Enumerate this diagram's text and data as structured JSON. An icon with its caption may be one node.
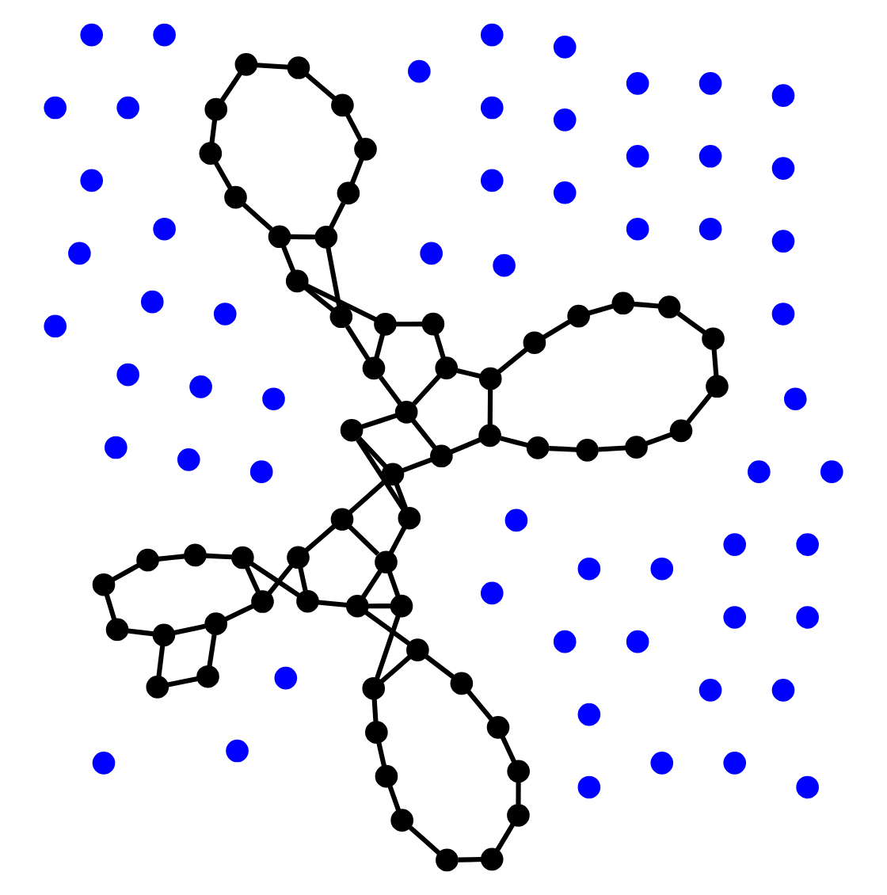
{
  "diagram": {
    "nodes": [
      {
        "text": [],
        "shape": "circle"
      },
      {
        "text": [],
        "shape": "circle"
      },
      {
        "text": [],
        "shape": "circle"
      },
      {
        "text": [],
        "shape": "circle"
      },
      {
        "text": [],
        "shape": "circle"
      },
      {
        "text": [],
        "shape": "circle"
      },
      {
        "text": [],
        "shape": "circle"
      },
      {
        "text": [],
        "shape": "circle"
      },
      {
        "text": [],
        "shape": "circle"
      },
      {
        "text": [],
        "shape": "circle"
      },
      {
        "text": [],
        "shape": "circle"
      },
      {
        "text": [],
        "shape": "circle"
      },
      {
        "text": [],
        "shape": "circle"
      },
      {
        "text": [],
        "shape": "circle"
      },
      {
        "text": [],
        "shape": "circle"
      },
      {
        "text": [],
        "shape": "circle"
      },
      {
        "text": [],
        "shape": "circle"
      },
      {
        "text": [],
        "shape": "circle"
      },
      {
        "text": [],
        "shape": "circle"
      },
      {
        "text": [],
        "shape": "circle"
      },
      {
        "text": [],
        "shape": "circle"
      },
      {
        "text": [],
        "shape": "circle"
      },
      {
        "text": [],
        "shape": "circle"
      },
      {
        "text": [],
        "shape": "circle"
      },
      {
        "text": [],
        "shape": "circle"
      },
      {
        "text": [],
        "shape": "circle"
      },
      {
        "text": [],
        "shape": "circle"
      },
      {
        "text": [],
        "shape": "circle"
      },
      {
        "text": [],
        "shape": "circle"
      },
      {
        "text": [],
        "shape": "circle"
      },
      {
        "text": [],
        "shape": "circle"
      },
      {
        "text": [],
        "shape": "circle"
      },
      {
        "text": [],
        "shape": "circle"
      },
      {
        "text": [],
        "shape": "circle"
      },
      {
        "text": [],
        "shape": "circle"
      },
      {
        "text": [],
        "shape": "circle"
      },
      {
        "text": [],
        "shape": "circle"
      },
      {
        "text": [],
        "shape": "circle"
      },
      {
        "text": [],
        "shape": "circle"
      },
      {
        "text": [],
        "shape": "circle"
      },
      {
        "text": [],
        "shape": "circle"
      },
      {
        "text": [],
        "shape": "circle"
      },
      {
        "text": [],
        "shape": "circle"
      },
      {
        "text": [],
        "shape": "circle"
      },
      {
        "text": [],
        "shape": "circle"
      },
      {
        "text": [],
        "shape": "circle"
      },
      {
        "text": [],
        "shape": "circle"
      },
      {
        "text": [],
        "shape": "circle"
      },
      {
        "text": [],
        "shape": "circle"
      },
      {
        "text": [],
        "shape": "circle"
      },
      {
        "text": [],
        "shape": "circle"
      },
      {
        "text": [],
        "shape": "circle"
      },
      {
        "text": [],
        "shape": "circle"
      },
      {
        "text": [],
        "shape": "circle"
      },
      {
        "text": [],
        "shape": "circle"
      },
      {
        "text": [],
        "shape": "circle"
      },
      {
        "text": [],
        "shape": "circle"
      },
      {
        "text": [],
        "shape": "circle"
      },
      {
        "text": [],
        "shape": "circle"
      },
      {
        "text": [],
        "shape": "circle"
      },
      {
        "text": [],
        "shape": "circle"
      },
      {
        "text": [],
        "shape": "circle"
      },
      {
        "text": [],
        "shape": "circle"
      },
      {
        "text": [],
        "shape": "circle"
      },
      {
        "text": [],
        "shape": "circle"
      },
      {
        "text": [],
        "shape": "circle"
      },
      {
        "text": [],
        "shape": "circle"
      },
      {
        "text": [],
        "shape": "circle"
      },
      {
        "text": [],
        "shape": "circle"
      },
      {
        "text": [],
        "shape": "circle"
      },
      {
        "text": [],
        "shape": "circle"
      },
      {
        "text": [],
        "shape": "circle"
      },
      {
        "text": [],
        "shape": "circle"
      },
      {
        "text": [],
        "shape": "circle"
      },
      {
        "text": [],
        "shape": "circle"
      },
      {
        "text": [],
        "shape": "circle"
      },
      {
        "text": [],
        "shape": "circle"
      },
      {
        "text": [],
        "shape": "circle"
      },
      {
        "text": [],
        "shape": "circle"
      },
      {
        "text": [],
        "shape": "circle"
      },
      {
        "text": [],
        "shape": "circle"
      },
      {
        "text": [],
        "shape": "circle"
      },
      {
        "text": [],
        "shape": "circle"
      },
      {
        "text": [],
        "shape": "circle"
      },
      {
        "text": [],
        "shape": "circle"
      },
      {
        "text": [],
        "shape": "circle"
      },
      {
        "text": [],
        "shape": "circle"
      },
      {
        "text": [],
        "shape": "circle"
      },
      {
        "text": [],
        "shape": "circle"
      },
      {
        "text": [],
        "shape": "circle"
      },
      {
        "text": [],
        "shape": "circle"
      },
      {
        "text": [],
        "shape": "circle"
      },
      {
        "text": [],
        "shape": "circle"
      },
      {
        "text": [],
        "shape": "circle"
      },
      {
        "text": [],
        "shape": "circle"
      },
      {
        "text": [],
        "shape": "circle"
      },
      {
        "text": [],
        "shape": "circle"
      },
      {
        "text": [],
        "shape": "circle"
      },
      {
        "text": [],
        "shape": "circle"
      },
      {
        "text": [],
        "shape": "circle"
      },
      {
        "text": [],
        "shape": "circle"
      },
      {
        "text": [],
        "shape": "circle"
      },
      {
        "text": [],
        "shape": "circle"
      },
      {
        "text": [],
        "shape": "circle"
      },
      {
        "text": [],
        "shape": "circle"
      },
      {
        "text": [],
        "shape": "circle"
      },
      {
        "text": [],
        "shape": "circle"
      },
      {
        "text": [],
        "shape": "circle"
      },
      {
        "text": [],
        "shape": "circle"
      },
      {
        "text": [],
        "shape": "circle"
      },
      {
        "text": [],
        "shape": "circle"
      },
      {
        "text": [],
        "shape": "circle"
      },
      {
        "text": [],
        "shape": "circle"
      },
      {
        "text": [],
        "shape": "circle"
      },
      {
        "text": [],
        "shape": "circle"
      },
      {
        "text": [],
        "shape": "circle"
      },
      {
        "text": [],
        "shape": "circle"
      },
      {
        "text": [],
        "shape": "circle"
      }
    ],
    "edges": [
      {
        "from": 3,
        "to": 1,
        "arrow": "none"
      },
      {
        "from": 1,
        "to": 0,
        "arrow": "none"
      },
      {
        "from": 0,
        "to": 2,
        "arrow": "none"
      },
      {
        "from": 2,
        "to": 5,
        "arrow": "none"
      },
      {
        "from": 5,
        "to": 11,
        "arrow": "none"
      },
      {
        "from": 11,
        "to": 17,
        "arrow": "none"
      },
      {
        "from": 17,
        "to": 25,
        "arrow": "none"
      },
      {
        "from": 3,
        "to": 4,
        "arrow": "none"
      },
      {
        "from": 4,
        "to": 6,
        "arrow": "none"
      },
      {
        "from": 6,
        "to": 9,
        "arrow": "none"
      },
      {
        "from": 9,
        "to": 13,
        "arrow": "none"
      },
      {
        "from": 3,
        "to": 9,
        "arrow": "none"
      },
      {
        "from": 13,
        "to": 11,
        "arrow": "none"
      },
      {
        "from": 13,
        "to": 16,
        "arrow": "none"
      },
      {
        "from": 16,
        "to": 17,
        "arrow": "none"
      },
      {
        "from": 16,
        "to": 20,
        "arrow": "none"
      },
      {
        "from": 20,
        "to": 23,
        "arrow": "none"
      },
      {
        "from": 20,
        "to": 30,
        "arrow": "none"
      },
      {
        "from": 30,
        "to": 25,
        "arrow": "none"
      },
      {
        "from": 25,
        "to": 33,
        "arrow": "none"
      },
      {
        "from": 25,
        "to": 34,
        "arrow": "none"
      },
      {
        "from": 33,
        "to": 38,
        "arrow": "none"
      },
      {
        "from": 38,
        "to": 34,
        "arrow": "none"
      },
      {
        "from": 34,
        "to": 40,
        "arrow": "none"
      },
      {
        "from": 40,
        "to": 44,
        "arrow": "none"
      },
      {
        "from": 44,
        "to": 46,
        "arrow": "none"
      },
      {
        "from": 46,
        "to": 51,
        "arrow": "none"
      },
      {
        "from": 51,
        "to": 56,
        "arrow": "none"
      },
      {
        "from": 56,
        "to": 55,
        "arrow": "none"
      },
      {
        "from": 55,
        "to": 53,
        "arrow": "none"
      },
      {
        "from": 53,
        "to": 47,
        "arrow": "none"
      },
      {
        "from": 47,
        "to": 42,
        "arrow": "none"
      },
      {
        "from": 42,
        "to": 38,
        "arrow": "none"
      },
      {
        "from": 7,
        "to": 8,
        "arrow": "none"
      },
      {
        "from": 8,
        "to": 10,
        "arrow": "none"
      },
      {
        "from": 10,
        "to": 14,
        "arrow": "none"
      },
      {
        "from": 14,
        "to": 19,
        "arrow": "none"
      },
      {
        "from": 19,
        "to": 21,
        "arrow": "none"
      },
      {
        "from": 21,
        "to": 24,
        "arrow": "none"
      },
      {
        "from": 24,
        "to": 23,
        "arrow": "none"
      },
      {
        "from": 7,
        "to": 12,
        "arrow": "none"
      },
      {
        "from": 12,
        "to": 15,
        "arrow": "none"
      },
      {
        "from": 15,
        "to": 18,
        "arrow": "none"
      },
      {
        "from": 18,
        "to": 22,
        "arrow": "none"
      },
      {
        "from": 22,
        "to": 26,
        "arrow": "none"
      },
      {
        "from": 26,
        "to": 28,
        "arrow": "none"
      },
      {
        "from": 28,
        "to": 21,
        "arrow": "none"
      },
      {
        "from": 28,
        "to": 31,
        "arrow": "none"
      },
      {
        "from": 31,
        "to": 32,
        "arrow": "none"
      },
      {
        "from": 31,
        "to": 35,
        "arrow": "none"
      },
      {
        "from": 35,
        "to": 37,
        "arrow": "none"
      },
      {
        "from": 37,
        "to": 36,
        "arrow": "none"
      },
      {
        "from": 37,
        "to": 41,
        "arrow": "none"
      },
      {
        "from": 24,
        "to": 32,
        "arrow": "none"
      },
      {
        "from": 23,
        "to": 29,
        "arrow": "none"
      },
      {
        "from": 23,
        "to": 27,
        "arrow": "none"
      },
      {
        "from": 29,
        "to": 27,
        "arrow": "none"
      },
      {
        "from": 27,
        "to": 30,
        "arrow": "none"
      },
      {
        "from": 30,
        "to": 33,
        "arrow": "none"
      },
      {
        "from": 32,
        "to": 29,
        "arrow": "none"
      },
      {
        "from": 32,
        "to": 36,
        "arrow": "none"
      },
      {
        "from": 36,
        "to": 39,
        "arrow": "none"
      },
      {
        "from": 41,
        "to": 39,
        "arrow": "none"
      },
      {
        "from": 41,
        "to": 45,
        "arrow": "none"
      },
      {
        "from": 39,
        "to": 43,
        "arrow": "none"
      },
      {
        "from": 45,
        "to": 43,
        "arrow": "none"
      },
      {
        "from": 43,
        "to": 48,
        "arrow": "none"
      },
      {
        "from": 48,
        "to": 52,
        "arrow": "none"
      },
      {
        "from": 52,
        "to": 57,
        "arrow": "none"
      },
      {
        "from": 57,
        "to": 59,
        "arrow": "none"
      },
      {
        "from": 59,
        "to": 58,
        "arrow": "none"
      },
      {
        "from": 58,
        "to": 54,
        "arrow": "none"
      },
      {
        "from": 54,
        "to": 50,
        "arrow": "none"
      },
      {
        "from": 50,
        "to": 49,
        "arrow": "none"
      },
      {
        "from": 49,
        "to": 45,
        "arrow": "none"
      }
    ]
  }
}
